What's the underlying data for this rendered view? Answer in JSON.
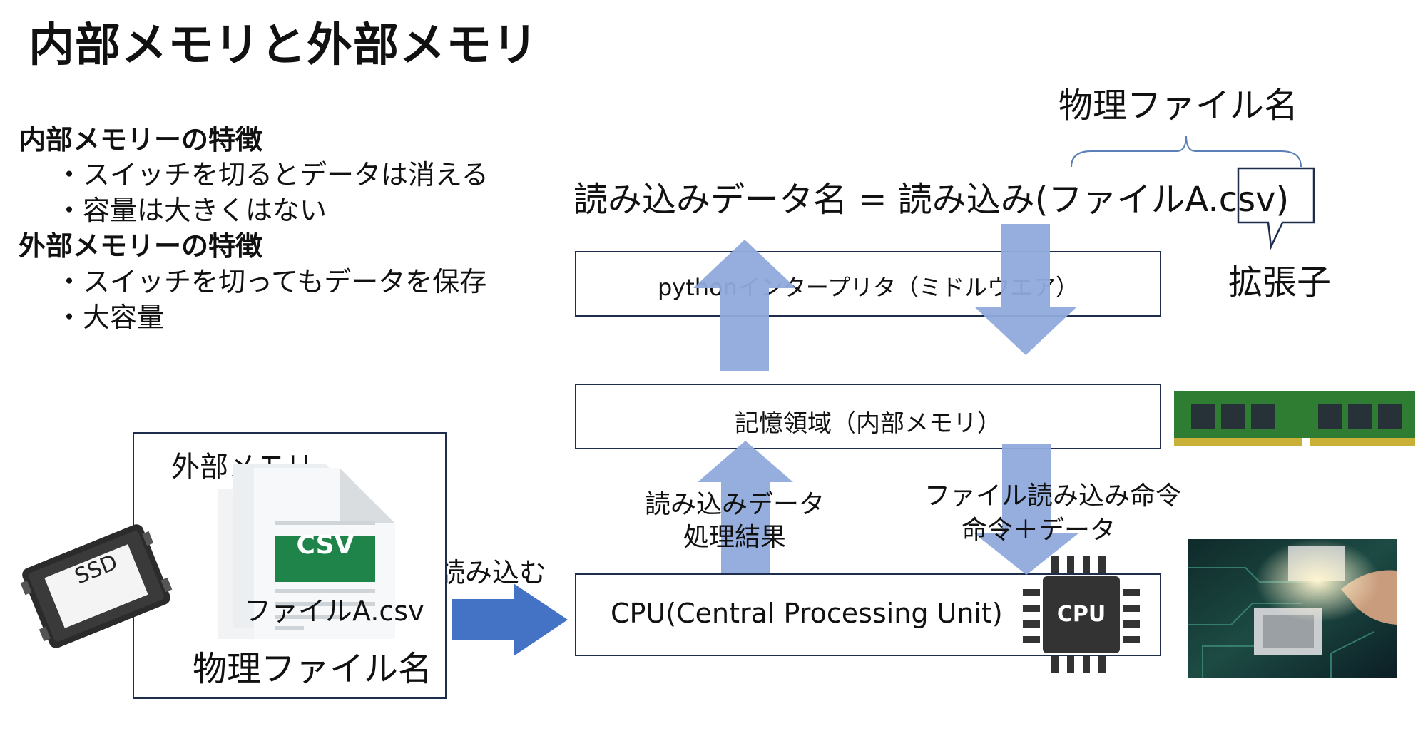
{
  "title": "内部メモリと外部メモリ",
  "internal": {
    "heading": "内部メモリーの特徴",
    "bullets": [
      "・スイッチを切るとデータは消える",
      "・容量は大きくはない"
    ]
  },
  "external": {
    "heading": "外部メモリーの特徴",
    "bullets": [
      "・スイッチを切ってもデータを保存",
      "・大容量"
    ]
  },
  "code": {
    "physical_label": "物理ファイル名",
    "line": "読み込みデータ名 = 読み込み(ファイルA.csv)",
    "extension_label": "拡張子"
  },
  "boxes": {
    "interpreter": "pythonインタープリタ（ミドルウエア）",
    "memory": "記憶領域（内部メモリ）",
    "cpu": "CPU(Central Processing Unit)"
  },
  "storage": {
    "title": "外部メモリ",
    "ssd_label": "SSD",
    "file_badge": "CSV",
    "file_name": "ファイルA.csv",
    "physical_label": "物理ファイル名"
  },
  "arrows": {
    "read": "読み込む",
    "up_line1": "読み込みデータ",
    "up_line2": "処理結果",
    "down_line1": "ファイル読み込み命令",
    "down_line2": "命令＋データ"
  },
  "chip_label": "CPU",
  "icons": [
    "ssd-icon",
    "csv-file-icon",
    "ram-module-icon",
    "cpu-chip-icon",
    "circuit-board-photo"
  ],
  "colors": {
    "arrow_light": "#8faadc",
    "arrow_dark": "#4472c4",
    "box_border": "#1f2d4d",
    "csv_green": "#1e8449",
    "ram_green": "#2e7d32"
  }
}
